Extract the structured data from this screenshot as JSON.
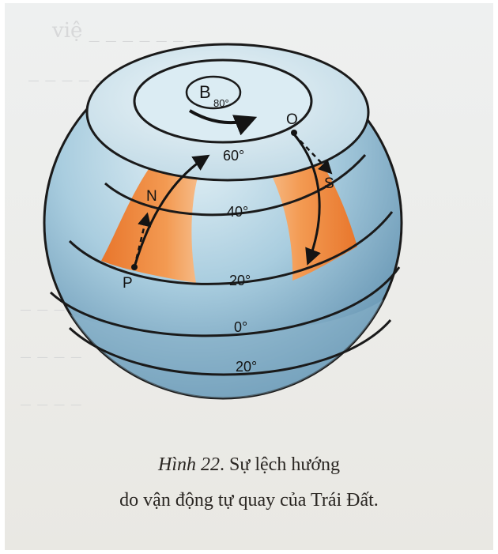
{
  "figure": {
    "labels": {
      "b": "B",
      "b_sub": "80°",
      "o": "O",
      "n": "N",
      "s": "S",
      "p": "P",
      "lat_60": "60°",
      "lat_40": "40°",
      "lat_20n": "20°",
      "lat_0": "0°",
      "lat_20s": "20°"
    },
    "colors": {
      "globe_light": "#d6e8f0",
      "globe_dark": "#6e9cb8",
      "band_orange": "#f08a3c",
      "outline": "#1a1a1a"
    }
  },
  "caption": {
    "figure_label": "Hình 22",
    "line1": ". Sự lệch hướng",
    "line2": "do vận động tự quay của Trái Đất."
  }
}
